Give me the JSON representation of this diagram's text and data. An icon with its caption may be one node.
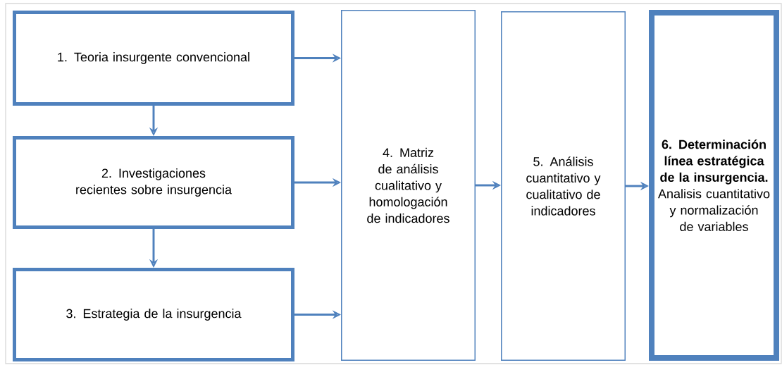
{
  "diagram": {
    "nodes": [
      {
        "text": [
          "1. Teoria insurgente convencional"
        ]
      },
      {
        "text": [
          "2. Investigaciones recientes sobre insurgencia"
        ]
      },
      {
        "text": [
          "3. Estrategia de la insurgencia"
        ]
      },
      {
        "text": [
          "4. Matriz de análisis cualitativo y homologación de indicadores"
        ]
      },
      {
        "text": [
          "5. Análisis cuantitativo y cualitativo de indicadores"
        ]
      },
      {
        "text": [
          "6. Determinación línea estratégica de la insurgencia.",
          "Analisis cuantitativo y normalización de variables"
        ]
      }
    ],
    "edges": [
      {
        "from": 0,
        "to": 1,
        "arrow": "to"
      },
      {
        "from": 1,
        "to": 2,
        "arrow": "to"
      },
      {
        "from": 0,
        "to": 3,
        "arrow": "to"
      },
      {
        "from": 1,
        "to": 3,
        "arrow": "to"
      },
      {
        "from": 2,
        "to": 3,
        "arrow": "to"
      },
      {
        "from": 3,
        "to": 4,
        "arrow": "to"
      },
      {
        "from": 4,
        "to": 5,
        "arrow": "to"
      }
    ]
  }
}
